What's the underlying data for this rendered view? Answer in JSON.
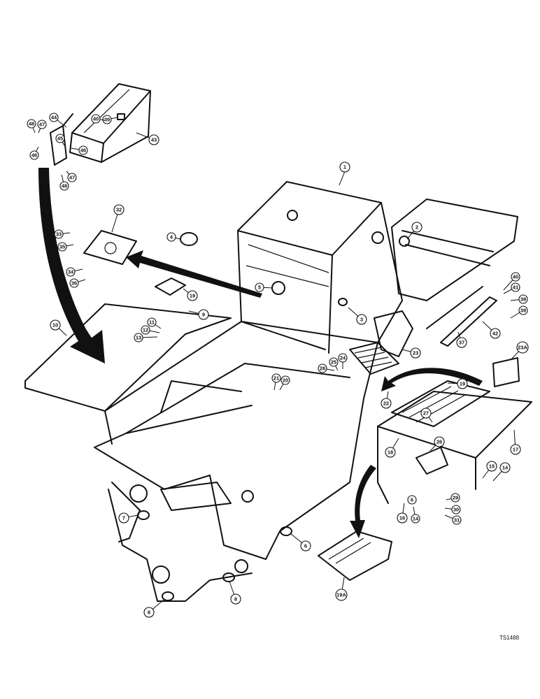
{
  "drawing_code": "TS1488",
  "callouts": [
    "1",
    "2",
    "3",
    "4",
    "5",
    "6",
    "6",
    "7",
    "8",
    "8",
    "9",
    "10",
    "11",
    "12",
    "13",
    "14",
    "14",
    "15",
    "16",
    "17",
    "18",
    "19",
    "19",
    "19A",
    "20",
    "21",
    "22",
    "23",
    "23A",
    "24",
    "25",
    "26",
    "27",
    "28",
    "29",
    "30",
    "31",
    "32",
    "33",
    "34",
    "35",
    "36",
    "37",
    "38",
    "39",
    "39",
    "40",
    "40",
    "41",
    "42",
    "43",
    "44",
    "45",
    "46",
    "46",
    "47",
    "47",
    "48",
    "48"
  ]
}
